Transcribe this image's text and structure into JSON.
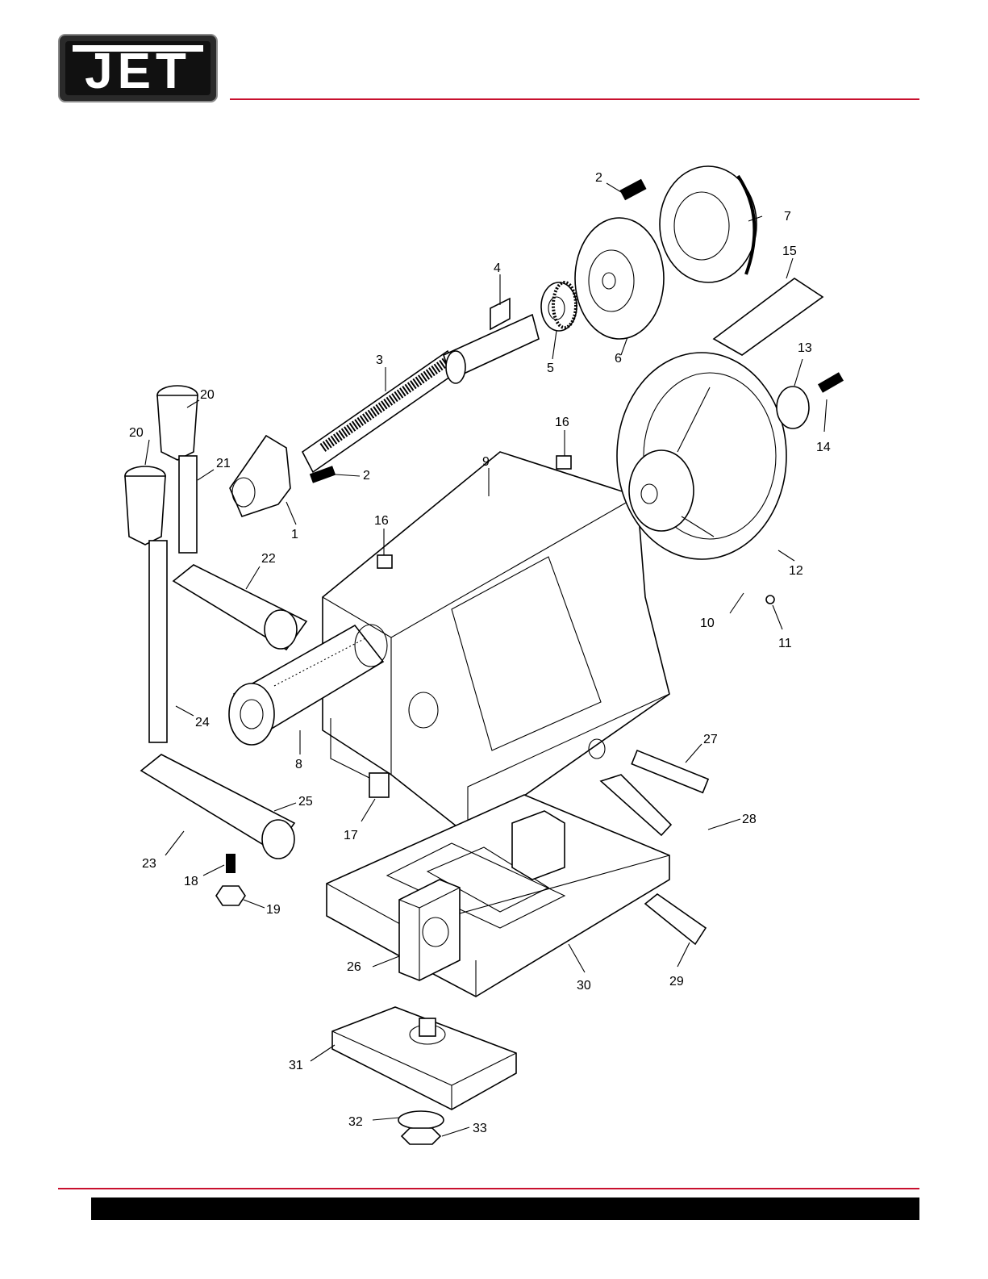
{
  "brand": {
    "logo_text": "JET"
  },
  "colors": {
    "accent_red": "#c8102e",
    "footer_bar": "#000000"
  },
  "callouts": [
    {
      "id": "c2a",
      "text": "2"
    },
    {
      "id": "c7",
      "text": "7"
    },
    {
      "id": "c4",
      "text": "4"
    },
    {
      "id": "c15",
      "text": "15"
    },
    {
      "id": "c3",
      "text": "3"
    },
    {
      "id": "c5",
      "text": "5"
    },
    {
      "id": "c6",
      "text": "6"
    },
    {
      "id": "c13",
      "text": "13"
    },
    {
      "id": "c20a",
      "text": "20"
    },
    {
      "id": "c20b",
      "text": "20"
    },
    {
      "id": "c21",
      "text": "21"
    },
    {
      "id": "c16a",
      "text": "16"
    },
    {
      "id": "c14",
      "text": "14"
    },
    {
      "id": "c9",
      "text": "9"
    },
    {
      "id": "c2b",
      "text": "2"
    },
    {
      "id": "c1",
      "text": "1"
    },
    {
      "id": "c16b",
      "text": "16"
    },
    {
      "id": "c22",
      "text": "22"
    },
    {
      "id": "c12",
      "text": "12"
    },
    {
      "id": "c10",
      "text": "10"
    },
    {
      "id": "c11",
      "text": "11"
    },
    {
      "id": "c24",
      "text": "24"
    },
    {
      "id": "c8",
      "text": "8"
    },
    {
      "id": "c27",
      "text": "27"
    },
    {
      "id": "c25",
      "text": "25"
    },
    {
      "id": "c28",
      "text": "28"
    },
    {
      "id": "c17",
      "text": "17"
    },
    {
      "id": "c23",
      "text": "23"
    },
    {
      "id": "c18",
      "text": "18"
    },
    {
      "id": "c19",
      "text": "19"
    },
    {
      "id": "c26",
      "text": "26"
    },
    {
      "id": "c30",
      "text": "30"
    },
    {
      "id": "c29",
      "text": "29"
    },
    {
      "id": "c31",
      "text": "31"
    },
    {
      "id": "c32",
      "text": "32"
    },
    {
      "id": "c33",
      "text": "33"
    }
  ]
}
